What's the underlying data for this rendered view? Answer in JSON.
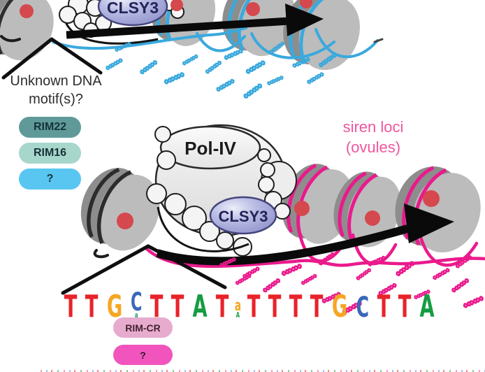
{
  "figure": {
    "top": {
      "clsy3": "CLSY3",
      "unknown_label": [
        "Unknown DNA",
        "motif(s)?"
      ],
      "pills": [
        {
          "label": "RIM22",
          "bg": "#5f9a99",
          "fg": "#16323a"
        },
        {
          "label": "RIM16",
          "bg": "#a7d6cb",
          "fg": "#16323a"
        },
        {
          "label": "?",
          "bg": "#58c6f1",
          "fg": "#16323a"
        }
      ],
      "dna_color": "#3aa9dd",
      "helix_icon_count": 15
    },
    "bottom": {
      "pol_iv": "Pol-IV",
      "clsy3": "CLSY3",
      "siren_label": [
        "siren loci",
        "(ovules)"
      ],
      "siren_color": "#f0569f",
      "pills": [
        {
          "label": "RIM-CR",
          "bg": "#e7abce",
          "fg": "#42242e"
        },
        {
          "label": "?",
          "bg": "#f155bd",
          "fg": "#2e1228"
        }
      ],
      "dna_color": "#ea1a8c",
      "helix_icon_count": 18,
      "motif_logo": {
        "sequence": "TTGCTTATaTTTTGCTTA",
        "letters": [
          {
            "ch": "T",
            "c": "#e8232a",
            "s": 1
          },
          {
            "ch": "T",
            "c": "#e8232a",
            "s": 1
          },
          {
            "ch": "G",
            "c": "#f5a623",
            "s": 1
          },
          {
            "ch": "C",
            "c": "#3a68b8",
            "s": 0.82,
            "sub": {
              "ch": "a",
              "c": "#2aa06a"
            }
          },
          {
            "ch": "T",
            "c": "#e8232a",
            "s": 1
          },
          {
            "ch": "T",
            "c": "#e8232a",
            "s": 1
          },
          {
            "ch": "A",
            "c": "#169c43",
            "s": 1
          },
          {
            "ch": "T",
            "c": "#e8232a",
            "s": 1
          },
          {
            "ch": "a",
            "c": "#f5a623",
            "s": 0.5,
            "sub": {
              "ch": "A",
              "c": "#169c43"
            }
          },
          {
            "ch": "T",
            "c": "#e8232a",
            "s": 1
          },
          {
            "ch": "T",
            "c": "#e8232a",
            "s": 1
          },
          {
            "ch": "T",
            "c": "#e8232a",
            "s": 1
          },
          {
            "ch": "T",
            "c": "#e8232a",
            "s": 1
          },
          {
            "ch": "G",
            "c": "#f5a623",
            "s": 1
          },
          {
            "ch": "C",
            "c": "#3a68b8",
            "s": 0.92
          },
          {
            "ch": "T",
            "c": "#e8232a",
            "s": 1
          },
          {
            "ch": "T",
            "c": "#e8232a",
            "s": 1
          },
          {
            "ch": "A",
            "c": "#169c43",
            "s": 1
          }
        ]
      }
    }
  }
}
